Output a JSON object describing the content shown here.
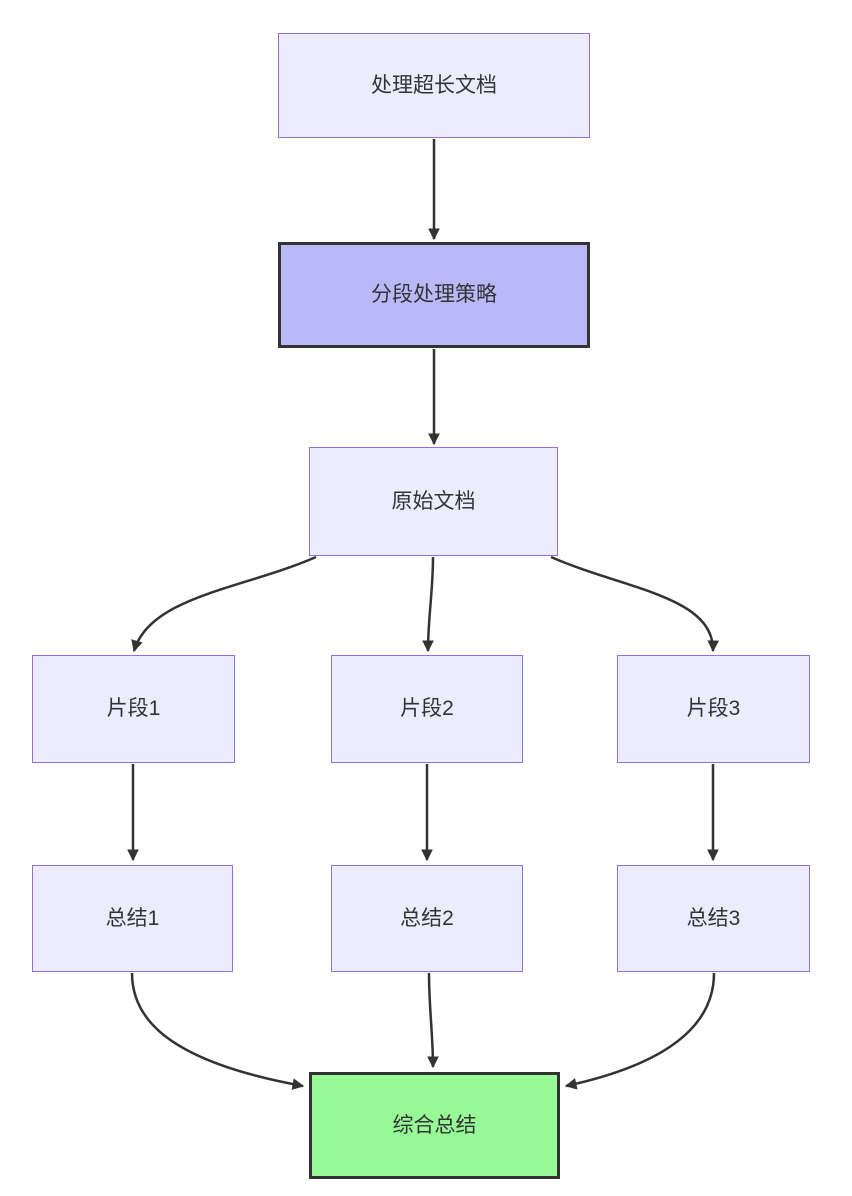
{
  "diagram": {
    "type": "flowchart",
    "direction": "top-down",
    "nodes": [
      {
        "id": "A",
        "label": "处理超长文档",
        "kind": "default"
      },
      {
        "id": "B",
        "label": "分段处理策略",
        "kind": "emphasis"
      },
      {
        "id": "C",
        "label": "原始文档",
        "kind": "default"
      },
      {
        "id": "D1",
        "label": "片段1",
        "kind": "default"
      },
      {
        "id": "D2",
        "label": "片段2",
        "kind": "default"
      },
      {
        "id": "D3",
        "label": "片段3",
        "kind": "default"
      },
      {
        "id": "E1",
        "label": "总结1",
        "kind": "default"
      },
      {
        "id": "E2",
        "label": "总结2",
        "kind": "default"
      },
      {
        "id": "E3",
        "label": "总结3",
        "kind": "default"
      },
      {
        "id": "F",
        "label": "综合总结",
        "kind": "result"
      }
    ],
    "edges": [
      {
        "from": "A",
        "to": "B"
      },
      {
        "from": "B",
        "to": "C"
      },
      {
        "from": "C",
        "to": "D1"
      },
      {
        "from": "C",
        "to": "D2"
      },
      {
        "from": "C",
        "to": "D3"
      },
      {
        "from": "D1",
        "to": "E1"
      },
      {
        "from": "D2",
        "to": "E2"
      },
      {
        "from": "D3",
        "to": "E3"
      },
      {
        "from": "E1",
        "to": "F"
      },
      {
        "from": "E2",
        "to": "F"
      },
      {
        "from": "E3",
        "to": "F"
      }
    ],
    "colors": {
      "node_default_fill": "#ECECFF",
      "node_default_border": "#9370DB",
      "node_emphasis_fill": "#b9b9f9",
      "node_emphasis_border": "#333333",
      "node_result_fill": "#97fa97",
      "node_result_border": "#333333",
      "edge": "#333333",
      "text": "#333333"
    }
  }
}
